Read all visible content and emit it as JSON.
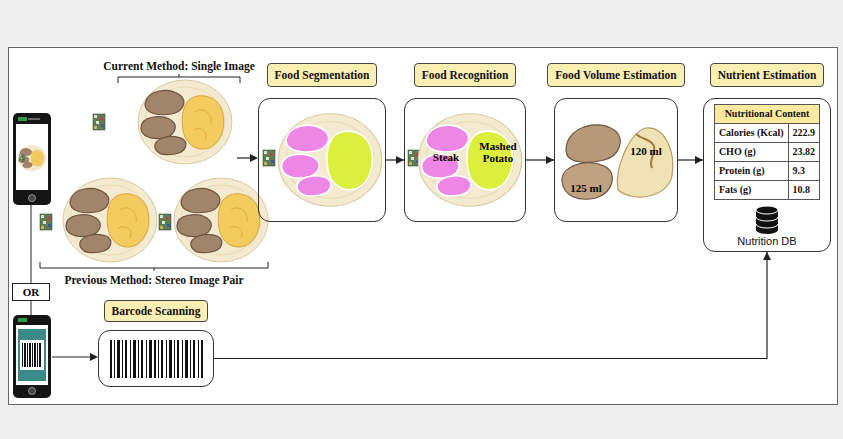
{
  "diagram": {
    "nodes": [
      {
        "text": [
          "Food Segmentation"
        ]
      },
      {
        "text": [
          "Food Recognition",
          "Steak",
          "Mashed Potato"
        ]
      },
      {
        "text": [
          "Food Volume Estimation",
          "125 ml",
          "120 ml"
        ]
      },
      {
        "text": [
          "Nutrient Estimation",
          "Nutrition DB"
        ]
      },
      {
        "text": [
          "Nutritional Content",
          "Calories (Kcal)",
          "222.9",
          "CHO (g)",
          "23.82",
          "Protein (g)",
          "9.3",
          "Fats (g)",
          "10.8"
        ],
        "in": 3
      },
      {
        "text": [
          "OR"
        ]
      },
      {
        "text": [
          "Barcode Scanning"
        ]
      }
    ],
    "edges": [
      {
        "from": 0,
        "to": 1,
        "arrow": "to"
      },
      {
        "from": 1,
        "to": 2,
        "arrow": "to"
      },
      {
        "from": 2,
        "to": 3,
        "arrow": "to"
      },
      {
        "from": 6,
        "to": 3,
        "arrow": "to"
      }
    ],
    "labels": [
      "Current Method: Single Image",
      "Previous Method: Stereo Image Pair"
    ]
  }
}
